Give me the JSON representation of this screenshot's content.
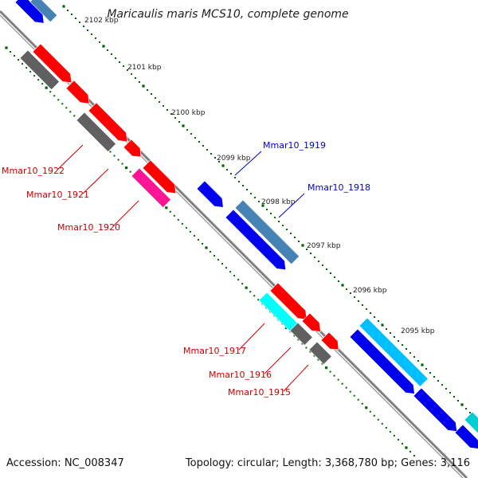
{
  "title": "Maricaulis maris MCS10, complete genome",
  "accession_text": "Accession: NC_008347",
  "summary_text": "Topology: circular; Length: 3,368,780 bp; Genes: 3,116",
  "kbp_labels": [
    "2102 kbp",
    "2101 kbp",
    "2100 kbp",
    "2099 kbp",
    "2098 kbp",
    "2097 kbp",
    "2096 kbp",
    "2095 kbp"
  ],
  "colors": {
    "red": "#ff0000",
    "gray": "#606060",
    "blue": "#0000ee",
    "steelblue": "#4682b4",
    "cyan": "#00ffff",
    "deepskyblue": "#00bfff",
    "pink": "#ff1493",
    "teal": "#00ced1",
    "backbone": "#808080",
    "tick": "#006400",
    "label_red": "#cc0000",
    "label_blue": "#0000cc"
  },
  "gene_labels": [
    {
      "text": "Mmar10_1922",
      "color": "label_red"
    },
    {
      "text": "Mmar10_1921",
      "color": "label_red"
    },
    {
      "text": "Mmar10_1920",
      "color": "label_red"
    },
    {
      "text": "Mmar10_1919",
      "color": "label_blue"
    },
    {
      "text": "Mmar10_1918",
      "color": "label_blue"
    },
    {
      "text": "Mmar10_1917",
      "color": "label_red"
    },
    {
      "text": "Mmar10_1916",
      "color": "label_red"
    },
    {
      "text": "Mmar10_1915",
      "color": "label_red"
    }
  ]
}
